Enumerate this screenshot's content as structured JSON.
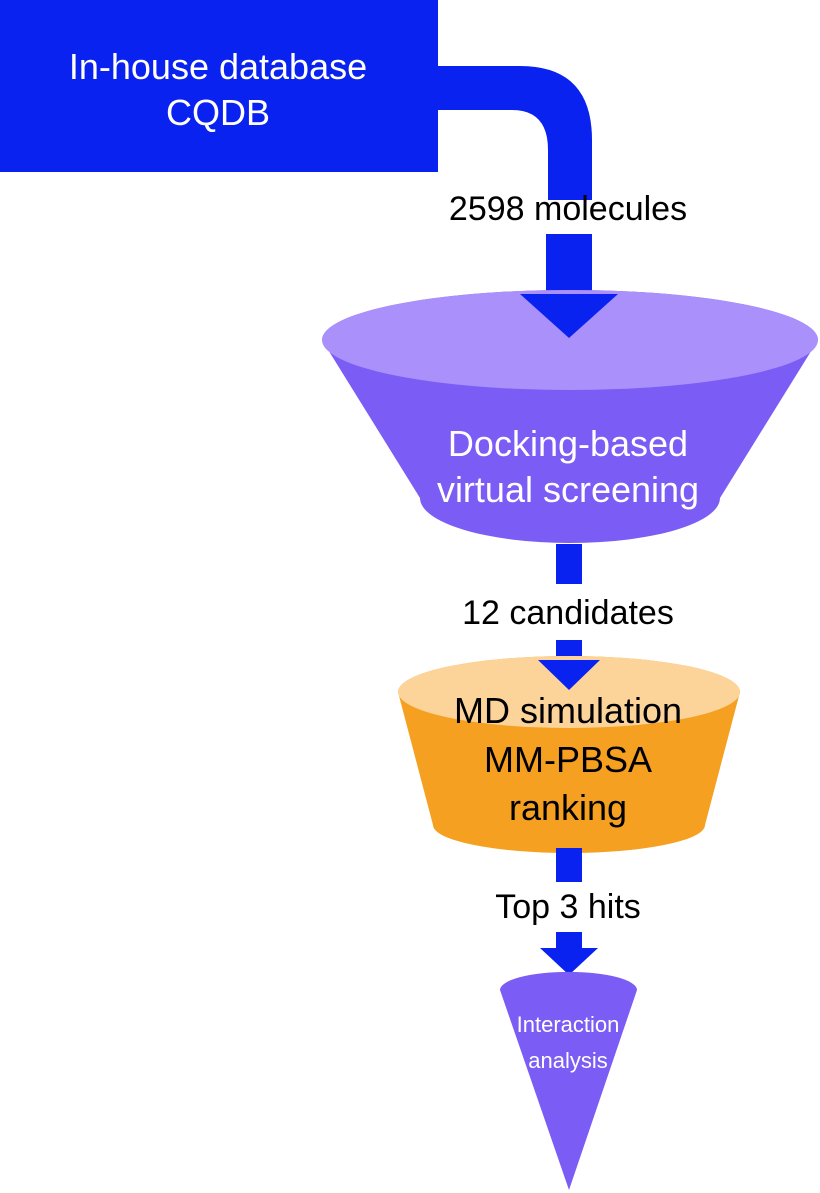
{
  "source": {
    "line1": "In-house database",
    "line2": "CQDB"
  },
  "flow": {
    "count1": "2598 molecules",
    "count2": "12 candidates",
    "count3": "Top 3 hits"
  },
  "stage1": {
    "line1": "Docking-based",
    "line2": "virtual screening"
  },
  "stage2": {
    "line1": "MD simulation",
    "line2": "MM-PBSA",
    "line3": "ranking"
  },
  "stage3": {
    "line1": "Interaction",
    "line2": "analysis"
  },
  "colors": {
    "blue": "#0a22f0",
    "purple_body": "#7b5cf5",
    "purple_top": "#a990fb",
    "orange_body": "#f5a020",
    "orange_top": "#fcd49a",
    "text_dark": "#000000",
    "text_light": "#ffffff"
  }
}
